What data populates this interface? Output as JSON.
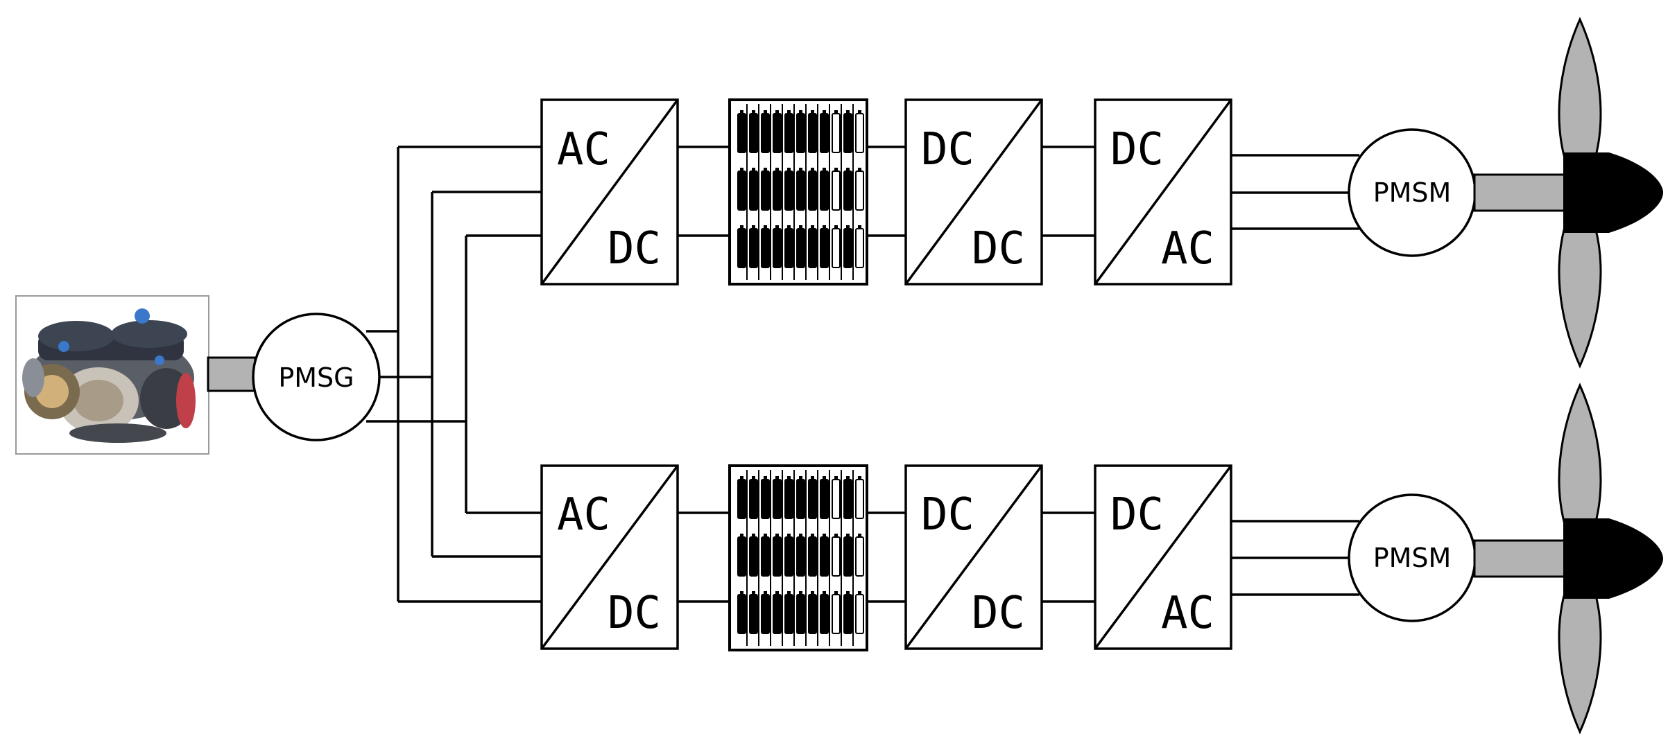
{
  "diagram": {
    "generator_label": "PMSG",
    "motor_label": "PMSM",
    "rows": [
      {
        "rectifier": {
          "top": "AC",
          "bottom": "DC"
        },
        "dcdc": {
          "top": "DC",
          "bottom": "DC"
        },
        "inverter": {
          "top": "DC",
          "bottom": "AC"
        },
        "motor": "PMSM"
      },
      {
        "rectifier": {
          "top": "AC",
          "bottom": "DC"
        },
        "dcdc": {
          "top": "DC",
          "bottom": "DC"
        },
        "inverter": {
          "top": "DC",
          "bottom": "AC"
        },
        "motor": "PMSM"
      }
    ],
    "icons": {
      "engine": "engine-icon",
      "battery": "battery-pack-icon",
      "propeller": "propeller-icon"
    },
    "colors": {
      "line": "#000000",
      "shaft": "#b3b3b3",
      "blade": "#b3b3b3",
      "hub": "#000000",
      "background": "#ffffff"
    }
  }
}
